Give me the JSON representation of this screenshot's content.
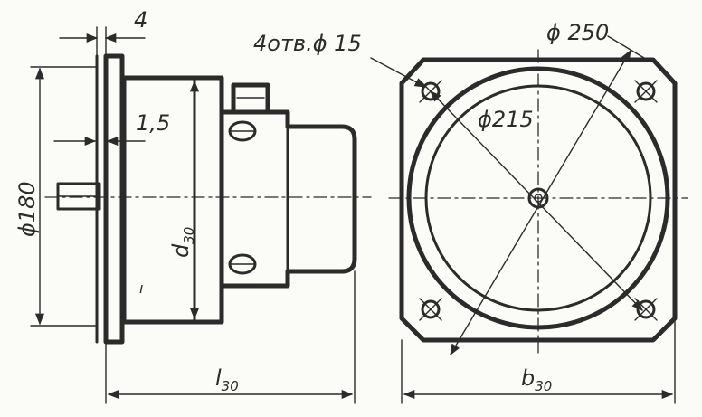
{
  "drawing": {
    "side_view": {
      "flange_thickness": "4",
      "gap_width": "1,5",
      "flange_diameter": "ϕ180",
      "body_diameter_symbol": "d",
      "body_diameter_subscript": "30",
      "length_symbol": "l",
      "length_subscript": "30"
    },
    "front_view": {
      "holes_note": "4отв.ϕ 15",
      "bolt_circle_diameter": "ϕ215",
      "outer_diameter": "ϕ 250",
      "width_symbol": "b",
      "width_subscript": "30"
    }
  }
}
